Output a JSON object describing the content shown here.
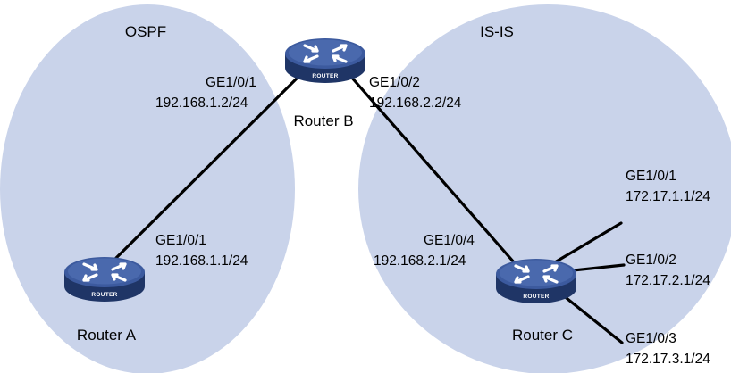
{
  "colors": {
    "area_fill": "#c9d3ea",
    "link": "#000000",
    "router_body": "#1f3566",
    "router_top": "#3c5a9e",
    "router_arrow": "#ffffff"
  },
  "areas": {
    "ospf": {
      "label": "OSPF"
    },
    "isis": {
      "label": "IS-IS"
    }
  },
  "routers": {
    "a": {
      "name": "Router A",
      "icon_text": "ROUTER",
      "icon": "router-icon"
    },
    "b": {
      "name": "Router B",
      "icon_text": "ROUTER",
      "icon": "router-icon"
    },
    "c": {
      "name": "Router C",
      "icon_text": "ROUTER",
      "icon": "router-icon"
    }
  },
  "interfaces": {
    "b_ge101": {
      "name": "GE1/0/1",
      "ip": "192.168.1.2/24"
    },
    "b_ge102": {
      "name": "GE1/0/2",
      "ip": "192.168.2.2/24"
    },
    "a_ge101": {
      "name": "GE1/0/1",
      "ip": "192.168.1.1/24"
    },
    "c_ge104": {
      "name": "GE1/0/4",
      "ip": "192.168.2.1/24"
    },
    "c_ge101": {
      "name": "GE1/0/1",
      "ip": "172.17.1.1/24"
    },
    "c_ge102": {
      "name": "GE1/0/2",
      "ip": "172.17.2.1/24"
    },
    "c_ge103": {
      "name": "GE1/0/3",
      "ip": "172.17.3.1/24"
    }
  }
}
